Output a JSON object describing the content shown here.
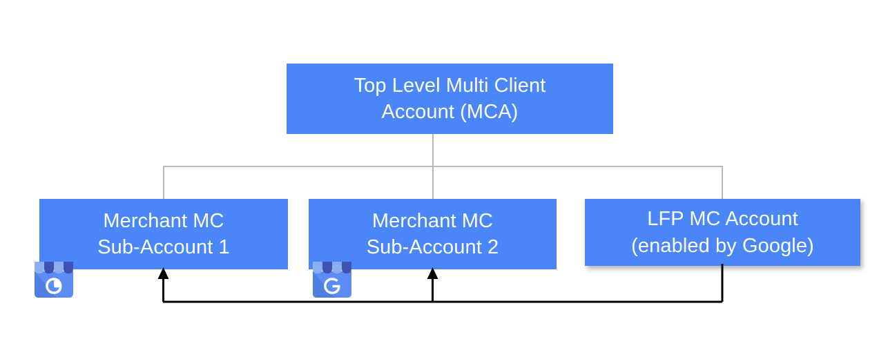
{
  "diagram": {
    "title_text": "Top Level Multi Client Account (MCA)",
    "nodes": {
      "top": {
        "label": "Top Level Multi Client\nAccount (MCA)",
        "color": "#4a86f7",
        "text_color": "#ffffff"
      },
      "merchant_1": {
        "label": "Merchant MC\nSub-Account 1",
        "color": "#4a86f7",
        "text_color": "#ffffff",
        "icon": "google-my-business-icon"
      },
      "merchant_2": {
        "label": "Merchant MC\nSub-Account 2",
        "color": "#4a86f7",
        "text_color": "#ffffff",
        "icon": "google-my-business-icon"
      },
      "lfp": {
        "label": "LFP MC Account\n(enabled by Google)",
        "color": "#4a86f7",
        "text_color": "#ffffff"
      }
    },
    "connectors": {
      "tree_color": "#b7b7b7",
      "feedback_color": "#000000"
    },
    "icon_colors": {
      "awning_light": "#8ab0f3",
      "awning_dark": "#3f51b5",
      "body": "#5c8df6",
      "shadow": "#4f7fe0",
      "glyph": "#ffffff",
      "glyph_letter": "G"
    }
  }
}
